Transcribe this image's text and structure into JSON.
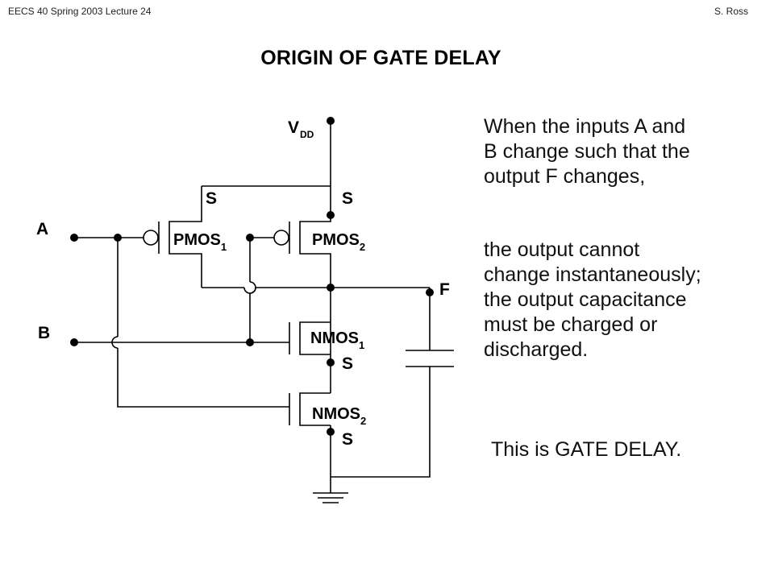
{
  "header": {
    "left": "EECS 40 Spring 2003  Lecture 24",
    "right": "S. Ross"
  },
  "title": "ORIGIN OF GATE DELAY",
  "circuit": {
    "vdd_main": "V",
    "vdd_sub": "DD",
    "label_a": "A",
    "label_b": "B",
    "label_f": "F",
    "source_label": "S",
    "pmos1_main": "PMOS",
    "pmos1_sub": "1",
    "pmos2_main": "PMOS",
    "pmos2_sub": "2",
    "nmos1_main": "NMOS",
    "nmos1_sub": "1",
    "nmos2_main": "NMOS",
    "nmos2_sub": "2"
  },
  "text": {
    "para1_lines": [
      "When the inputs A and",
      "B change such that the",
      "output F changes,"
    ],
    "para2_lines": [
      "the output cannot",
      "change instantaneously;",
      "the output capacitance",
      "must be charged or",
      "discharged."
    ],
    "conclusion": "This is GATE DELAY."
  }
}
